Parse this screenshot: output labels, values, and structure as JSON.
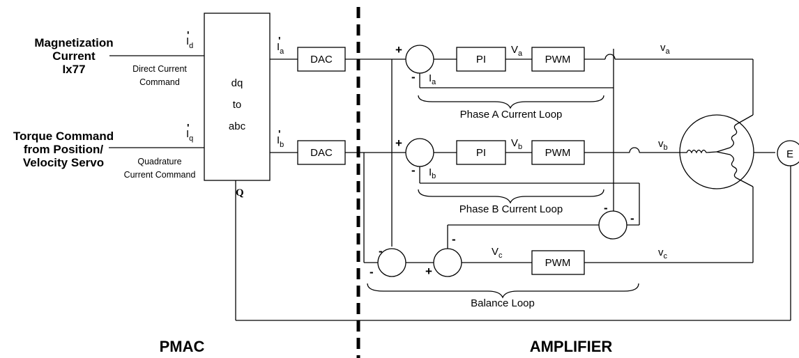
{
  "inputs": {
    "magnetization": [
      "Magnetization",
      "Current",
      "Ix77"
    ],
    "torque": [
      "Torque Command",
      "from Position/",
      "Velocity Servo"
    ]
  },
  "commands": {
    "direct": [
      "Direct Current",
      "Command"
    ],
    "quadrature": [
      "Quadrature",
      "Current Command"
    ]
  },
  "signals": {
    "id": "I",
    "id_sub": "d",
    "iq": "I",
    "iq_sub": "q",
    "ia": "I",
    "ia_sub": "a",
    "ib": "I",
    "ib_sub": "b",
    "fa": "I",
    "fa_sub": "a",
    "fb": "I",
    "fb_sub": "b",
    "va": "V",
    "va_sub": "a",
    "vb": "V",
    "vb_sub": "b",
    "vc": "V",
    "vc_sub": "c",
    "out_va": "v",
    "out_va_sub": "a",
    "out_vb": "v",
    "out_vb_sub": "b",
    "out_vc": "v",
    "out_vc_sub": "c",
    "q_label": "Q"
  },
  "blocks": {
    "transform": [
      "dq",
      "to",
      "abc"
    ],
    "dac": "DAC",
    "pi": "PI",
    "pwm": "PWM",
    "encoder": "E"
  },
  "loops": {
    "phase_a": "Phase A Current Loop",
    "phase_b": "Phase B Current Loop",
    "balance": "Balance Loop"
  },
  "signs": {
    "plus": "+",
    "minus": "-"
  },
  "sections": {
    "left": "PMAC",
    "right": "AMPLIFIER"
  }
}
